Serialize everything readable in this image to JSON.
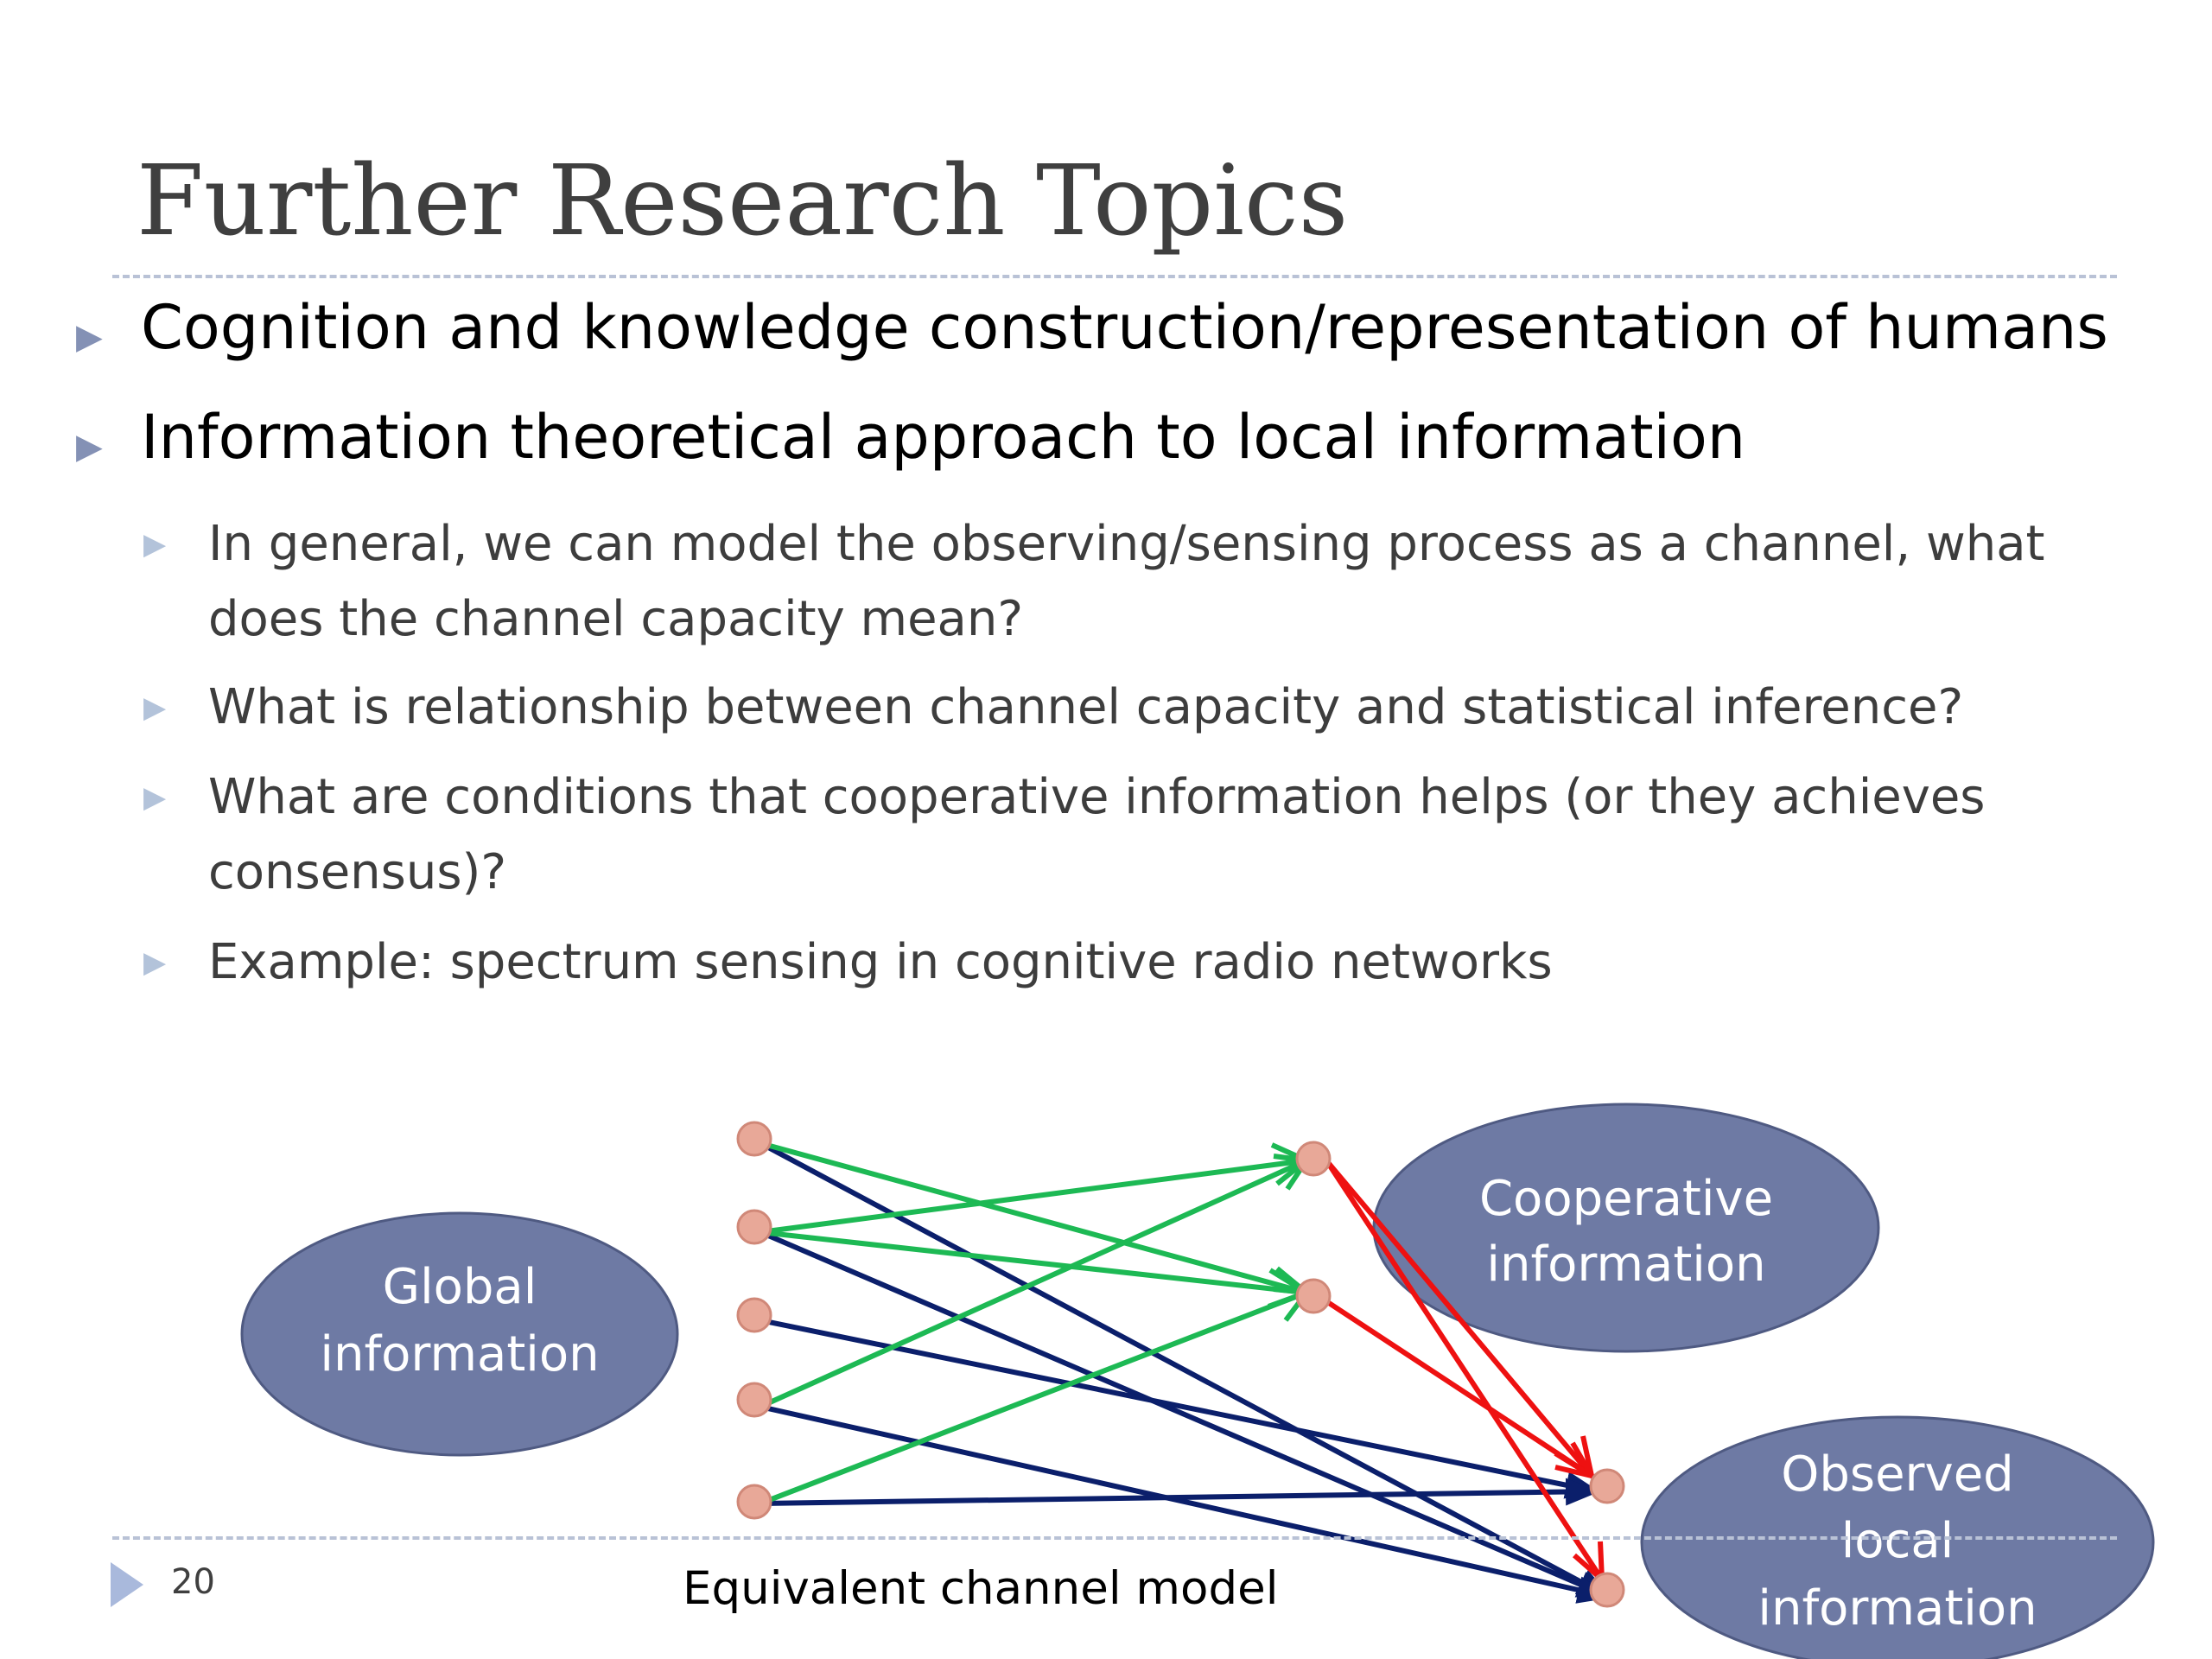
{
  "slide": {
    "title": "Further Research Topics",
    "page_number": "20"
  },
  "bullets": [
    {
      "text": "Cognition and knowledge construction/representation of humans"
    },
    {
      "text": "Information theoretical approach to local information"
    }
  ],
  "sub_bullets": [
    {
      "text": "In general, we can model the observing/sensing process as a channel, what does the channel capacity mean?"
    },
    {
      "text": "What is relationship between channel capacity and statistical inference?"
    },
    {
      "text": "What are conditions that cooperative information helps (or they achieves consensus)?"
    },
    {
      "text": "Example: spectrum sensing in cognitive radio networks"
    }
  ],
  "diagram": {
    "caption": "Equivalent channel model",
    "ellipses": {
      "global": [
        "Global",
        "information"
      ],
      "cooperative": [
        "Cooperative",
        "information"
      ],
      "observed": [
        "Observed",
        "local",
        "information"
      ]
    },
    "colors": {
      "ellipse": "#6e7aa4",
      "node_fill": "#e8a898",
      "node_stroke": "#d08878",
      "green_arrow": "#1db954",
      "navy_arrow": "#0b1f6b",
      "red_arrow": "#ee1111"
    }
  }
}
